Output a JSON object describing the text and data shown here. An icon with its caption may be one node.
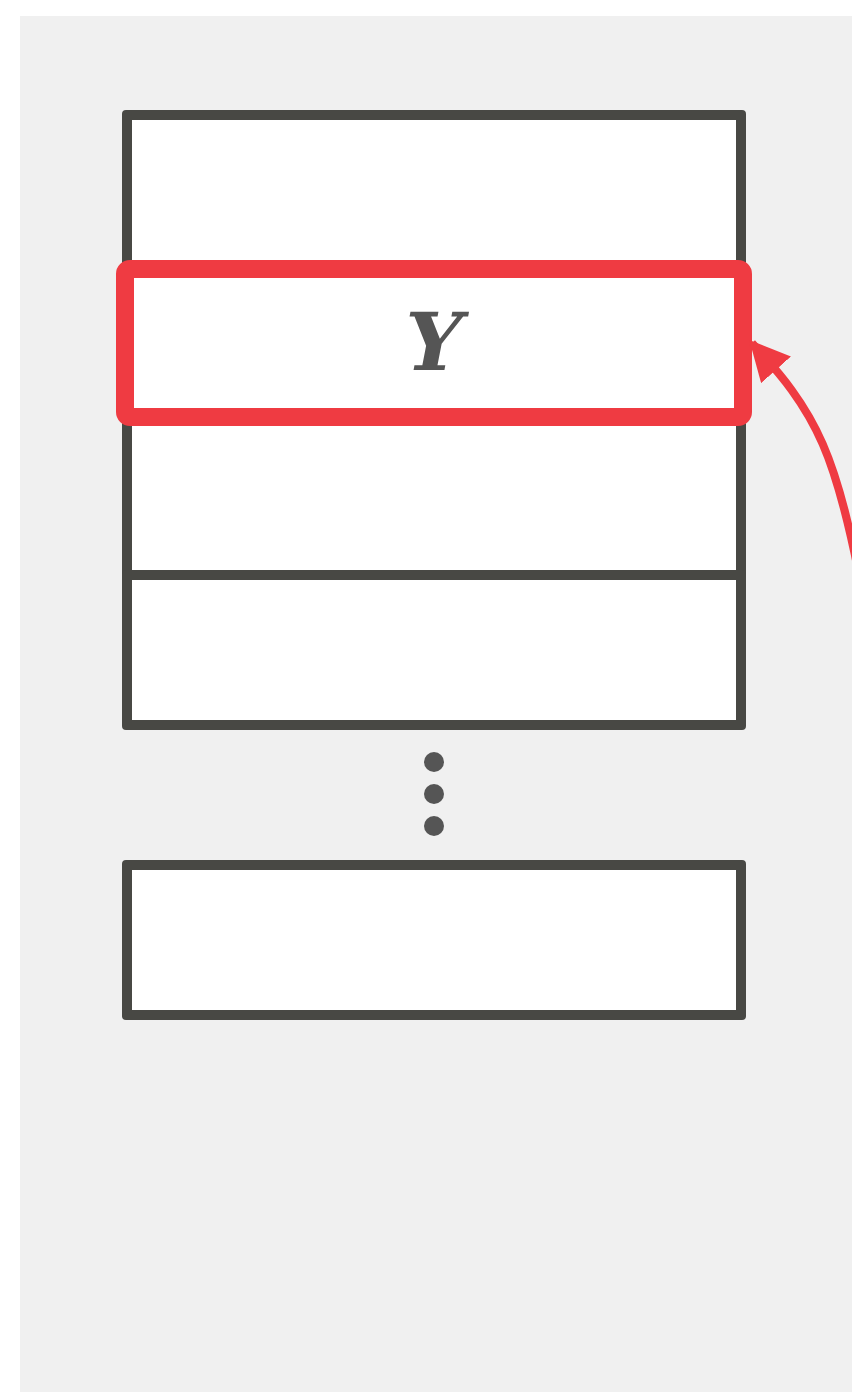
{
  "diagram": {
    "nodes": [
      {
        "text": [],
        "shape": "box"
      },
      {
        "text": [
          "Y"
        ],
        "in": 0
      },
      {
        "text": [],
        "shape": "box"
      },
      {
        "text": [],
        "shape": "box"
      }
    ],
    "edges": [
      {
        "from": null,
        "to": 1,
        "arrow": "to",
        "color": "#ef3b42"
      }
    ]
  }
}
